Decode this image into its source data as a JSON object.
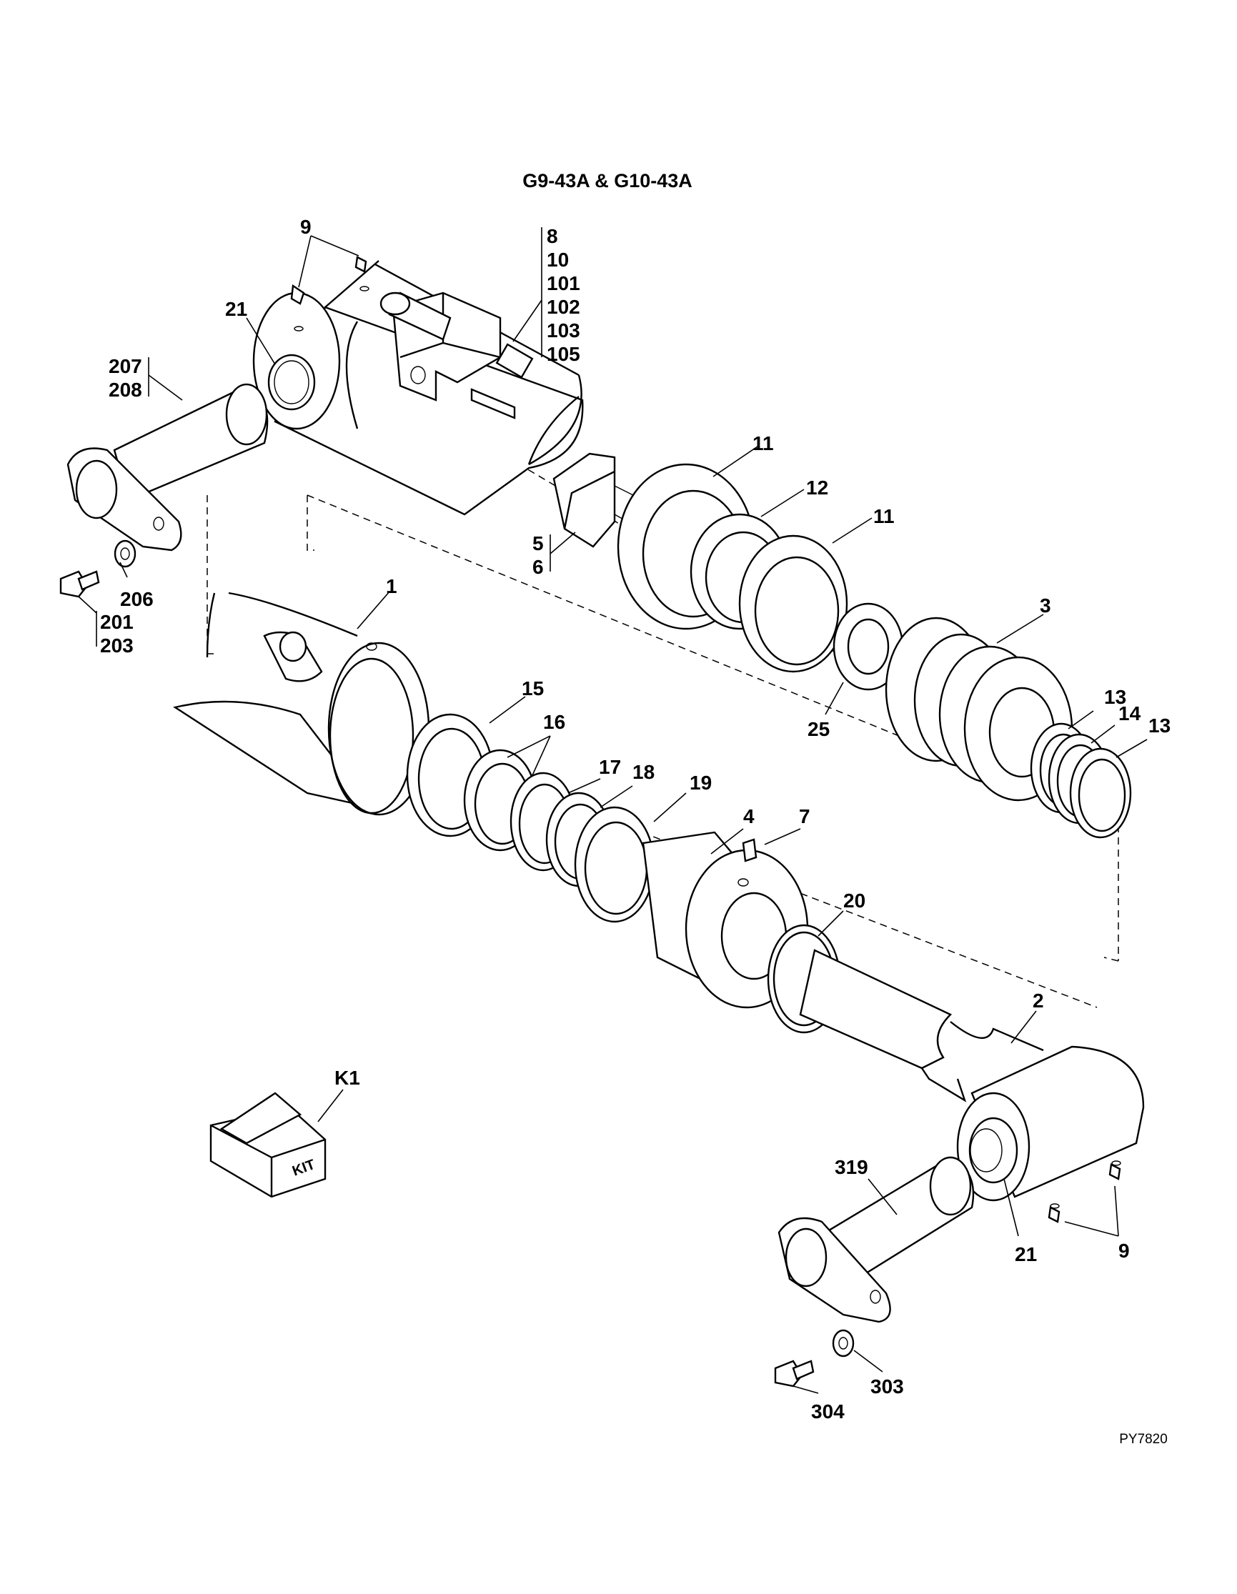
{
  "title": "G9-43A & G10-43A",
  "drawing_code": "PY7820",
  "kit_box_text": "KIT",
  "callouts": {
    "c9_top": "9",
    "c21_top": "21",
    "g_8": "8",
    "g_10": "10",
    "g_101": "101",
    "g_102": "102",
    "g_103": "103",
    "g_105": "105",
    "c207": "207",
    "c208": "208",
    "c11_a": "11",
    "c12": "12",
    "c11_b": "11",
    "c5": "5",
    "c6": "6",
    "c206": "206",
    "c201": "201",
    "c203": "203",
    "c1": "1",
    "c3": "3",
    "c25": "25",
    "c13_a": "13",
    "c14": "14",
    "c13_b": "13",
    "c15": "15",
    "c16": "16",
    "c17": "17",
    "c18": "18",
    "c19": "19",
    "c4": "4",
    "c7": "7",
    "c20": "20",
    "c2": "2",
    "ck1": "K1",
    "c319": "319",
    "c21_bot": "21",
    "c9_bot": "9",
    "c303": "303",
    "c304": "304"
  }
}
